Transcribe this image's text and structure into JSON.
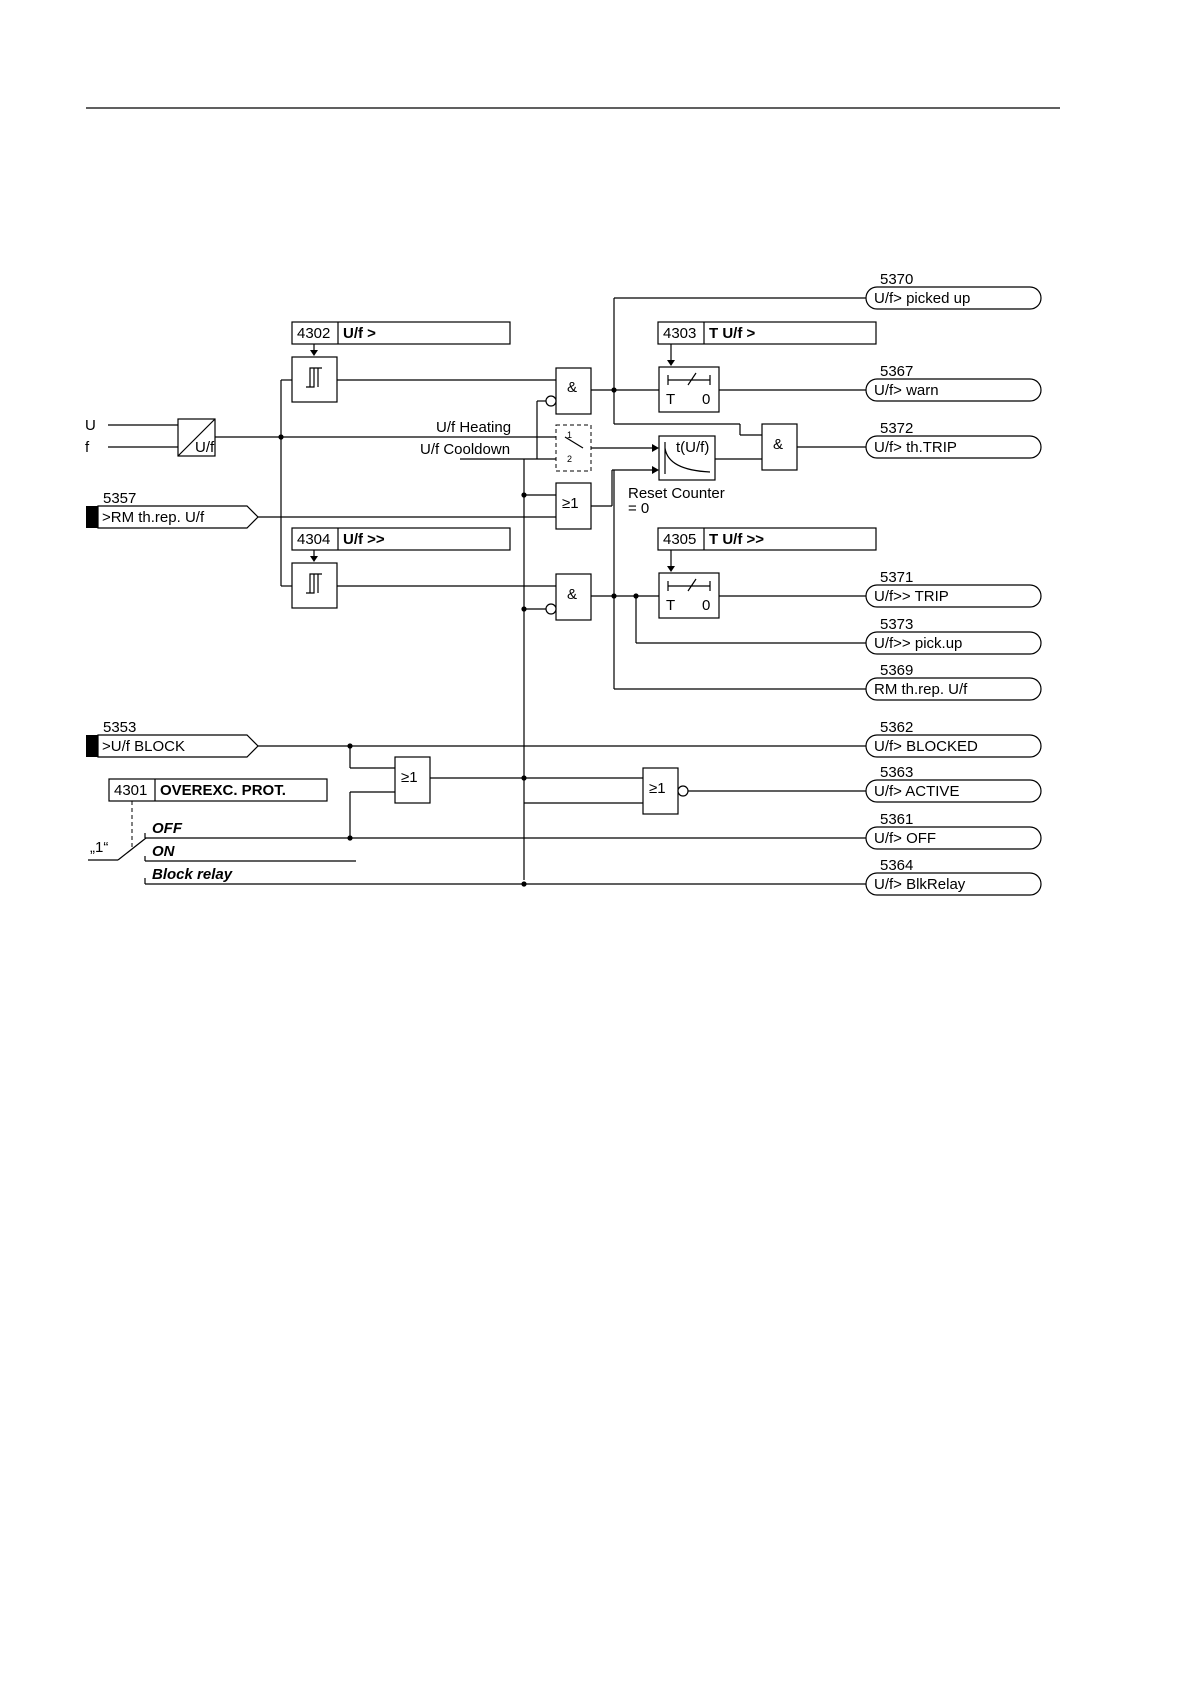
{
  "inputs": {
    "u": "U",
    "f": "f",
    "rm_number": "5357",
    "rm_label": ">RM th.rep. U/f",
    "block_number": "5353",
    "block_label": ">U/f BLOCK"
  },
  "converter_label": "U/f",
  "parameters": {
    "p4302_num": "4302",
    "p4302_name": "U/f >",
    "p4304_num": "4304",
    "p4304_name": "U/f >>",
    "p4303_num": "4303",
    "p4303_name": "T U/f >",
    "p4305_num": "4305",
    "p4305_name": "T U/f >>",
    "p4301_num": "4301",
    "p4301_name": "OVEREXC. PROT."
  },
  "gates": {
    "and": "&",
    "or": "≥1"
  },
  "timer": {
    "t": "T",
    "zero": "0"
  },
  "thermal": {
    "label": "t(U/f)",
    "heating": "U/f Heating",
    "cooldown": "U/f Cooldown",
    "switch_1": "1",
    "switch_2": "2",
    "reset_line1": "Reset Counter",
    "reset_line2": "= 0"
  },
  "switch": {
    "one": "„1“",
    "off": "OFF",
    "on": "ON",
    "block_relay": "Block relay"
  },
  "outputs": [
    {
      "number": "5370",
      "label": "U/f> picked up"
    },
    {
      "number": "5367",
      "label": "U/f> warn"
    },
    {
      "number": "5372",
      "label": "U/f> th.TRIP"
    },
    {
      "number": "5371",
      "label": "U/f>> TRIP"
    },
    {
      "number": "5373",
      "label": "U/f>> pick.up"
    },
    {
      "number": "5369",
      "label": "RM th.rep. U/f"
    },
    {
      "number": "5362",
      "label": "U/f> BLOCKED"
    },
    {
      "number": "5363",
      "label": "U/f> ACTIVE"
    },
    {
      "number": "5361",
      "label": "U/f> OFF"
    },
    {
      "number": "5364",
      "label": "U/f> BlkRelay"
    }
  ]
}
